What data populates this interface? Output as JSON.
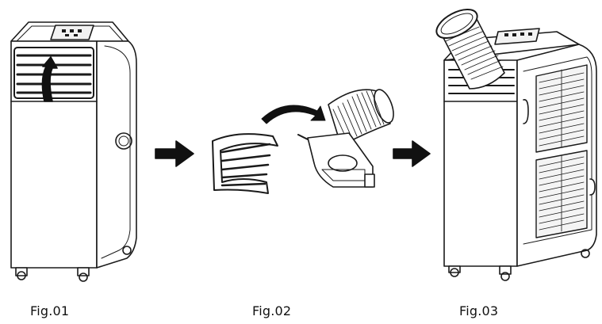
{
  "figures": [
    {
      "caption": "Fig.01"
    },
    {
      "caption": "Fig.02"
    },
    {
      "caption": "Fig.03"
    }
  ],
  "colors": {
    "line": "#1a1a1a",
    "fill": "#ffffff",
    "arrow": "#111111",
    "grille": "#2a2a2a"
  }
}
